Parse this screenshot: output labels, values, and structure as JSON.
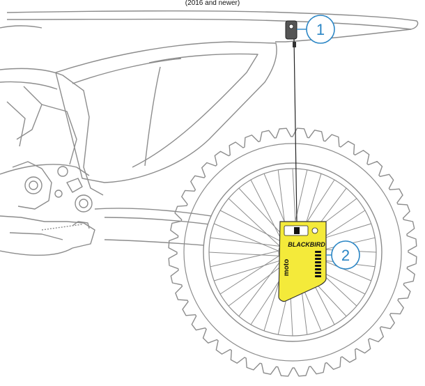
{
  "caption": "(2016 and newer)",
  "callouts": [
    {
      "number": "1"
    },
    {
      "number": "2"
    }
  ],
  "device": {
    "brand_text": "BLACKBIRD",
    "logo_text": "moto",
    "body_color": "#f4ea3a",
    "accent_color": "#2b86c5"
  },
  "colors": {
    "outline": "#8c8c8c",
    "callout": "#2b86c5",
    "tether": "#222222"
  }
}
